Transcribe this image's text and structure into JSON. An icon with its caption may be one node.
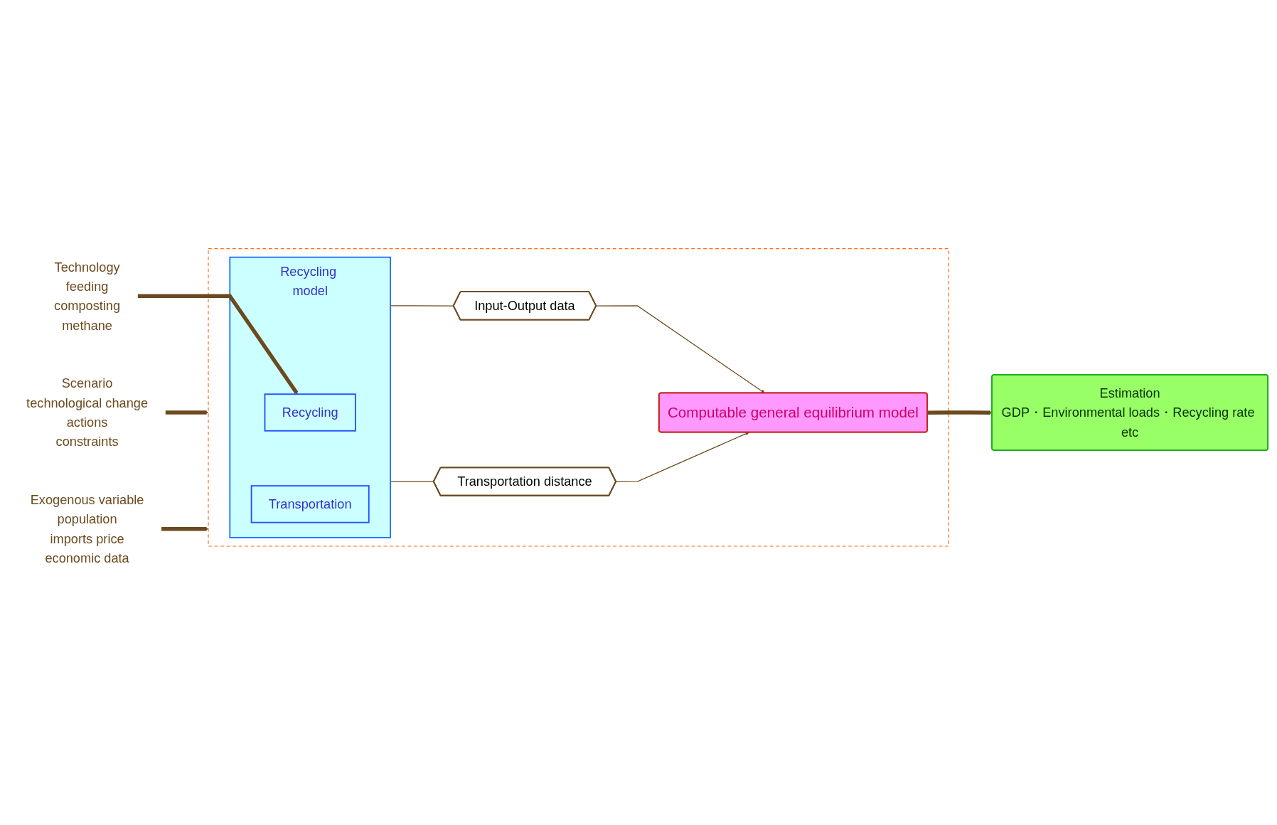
{
  "diagram": {
    "nodes": [
      {
        "text": [
          "Technology",
          "feeding",
          "composting",
          "methane"
        ]
      },
      {
        "text": [
          "Scenario",
          "technological change",
          "actions",
          "constraints"
        ]
      },
      {
        "text": [
          "Exogenous variable",
          "population",
          "imports price",
          "economic data"
        ]
      },
      {
        "text": [],
        "shape": "box"
      },
      {
        "text": [
          "Recycling model"
        ],
        "in": 3
      },
      {
        "text": [
          "Recycling"
        ],
        "in": 4
      },
      {
        "text": [
          "Transportation"
        ],
        "in": 4
      },
      {
        "text": [
          "Input-Output data"
        ],
        "in": 3
      },
      {
        "text": [
          "Transportation distance"
        ],
        "in": 3
      },
      {
        "text": [
          "Computable general equilibrium model"
        ],
        "in": 3
      },
      {
        "text": [
          "Estimation",
          "GDP・Environmental loads・Recycling rate etc"
        ]
      }
    ],
    "edges": [
      {
        "from": 0,
        "to": 5,
        "arrow": "to",
        "style": "thick"
      },
      {
        "from": 1,
        "to": 3,
        "arrow": "to",
        "style": "thick"
      },
      {
        "from": 2,
        "to": 3,
        "arrow": "to",
        "style": "thick"
      },
      {
        "from": 4,
        "to": 7,
        "arrow": "none"
      },
      {
        "from": 4,
        "to": 8,
        "arrow": "none"
      },
      {
        "from": 7,
        "to": 9,
        "arrow": "to"
      },
      {
        "from": 8,
        "to": 9,
        "arrow": "to"
      },
      {
        "from": 9,
        "to": 10,
        "arrow": "to",
        "style": "thick"
      }
    ]
  }
}
